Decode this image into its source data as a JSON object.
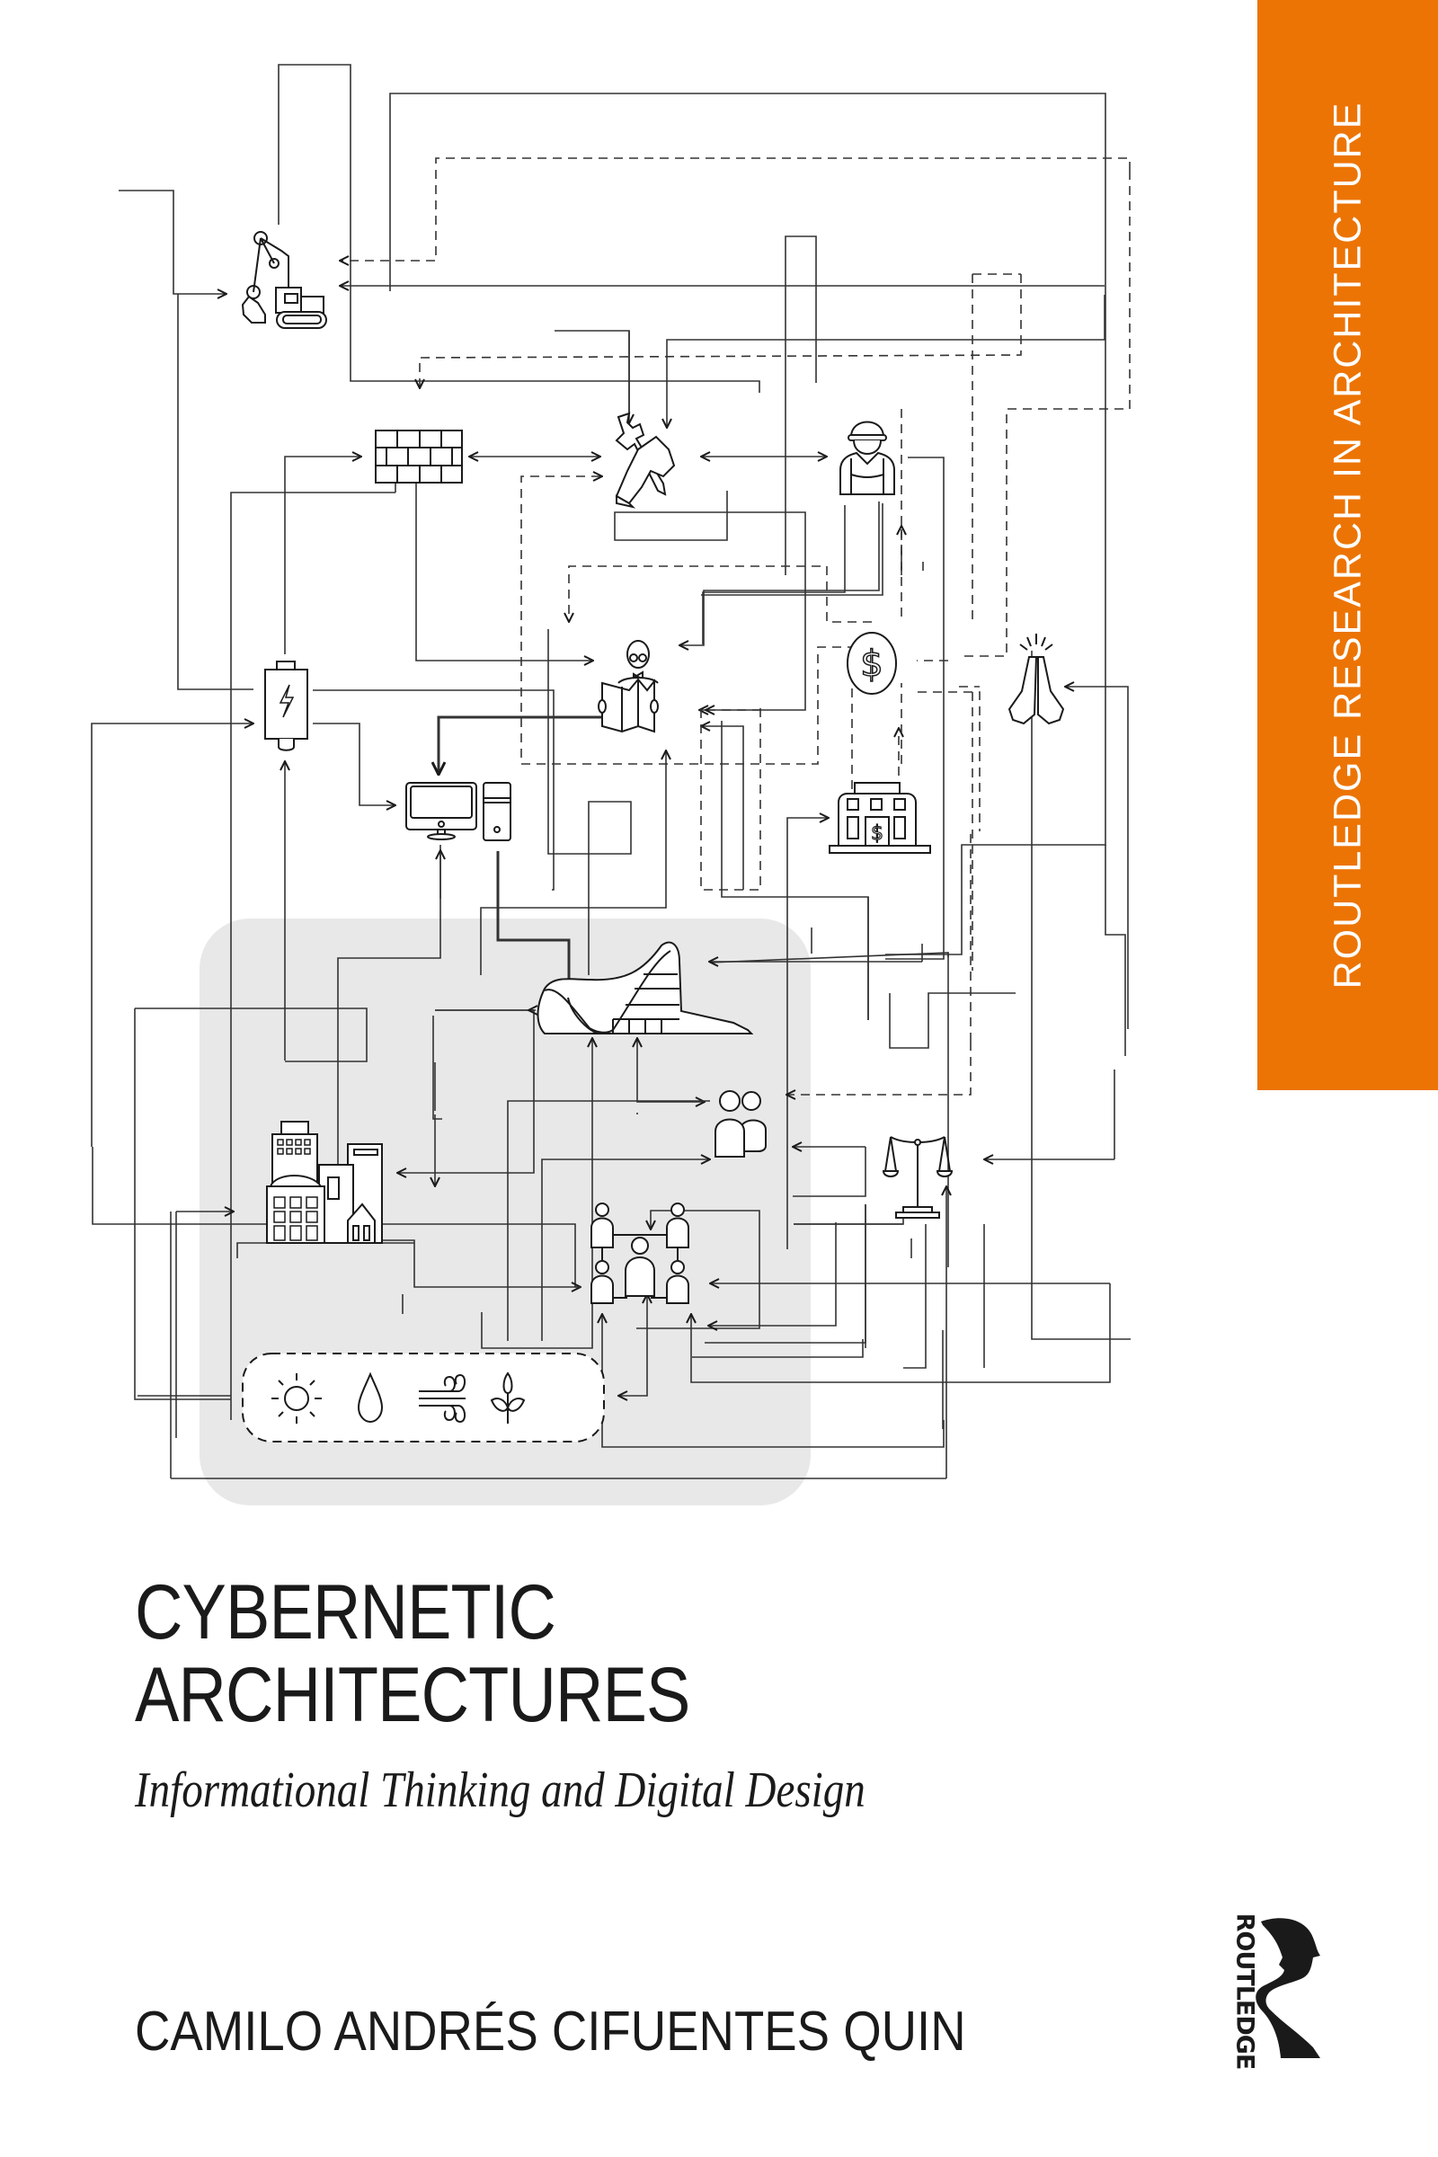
{
  "cover": {
    "series": "ROUTLEDGE RESEARCH IN ARCHITECTURE",
    "title_lines": [
      "CYBERNETIC",
      "ARCHITECTURES"
    ],
    "subtitle": "Informational Thinking and Digital Design",
    "author": "CAMILO ANDRÉS CIFUENTES QUIN",
    "publisher": "ROUTLEDGE",
    "colors": {
      "series_band": "#ec7404",
      "text": "#1a1a1a",
      "diagram_region": "#e8e8e8",
      "background": "#ffffff"
    }
  },
  "diagram": {
    "nodes": [
      {
        "id": "excavator",
        "icon": "excavator-icon"
      },
      {
        "id": "brick-wall",
        "icon": "brick-wall-icon"
      },
      {
        "id": "tools",
        "icon": "wrench-hand-icon"
      },
      {
        "id": "worker",
        "icon": "construction-worker-icon"
      },
      {
        "id": "battery",
        "icon": "battery-energy-icon"
      },
      {
        "id": "researcher",
        "icon": "reader-with-book-icon"
      },
      {
        "id": "money",
        "icon": "dollar-coin-icon"
      },
      {
        "id": "prayer",
        "icon": "praying-hands-icon"
      },
      {
        "id": "computer",
        "icon": "desktop-computer-icon"
      },
      {
        "id": "bank",
        "icon": "bank-building-icon"
      },
      {
        "id": "architecture",
        "icon": "curved-building-icon"
      },
      {
        "id": "users",
        "icon": "two-people-icon"
      },
      {
        "id": "law",
        "icon": "justice-scale-icon"
      },
      {
        "id": "city",
        "icon": "city-buildings-icon"
      },
      {
        "id": "community",
        "icon": "people-network-icon"
      },
      {
        "id": "environment",
        "icons": [
          "sun-icon",
          "water-drop-icon",
          "wind-icon",
          "plant-icon"
        ]
      }
    ]
  }
}
